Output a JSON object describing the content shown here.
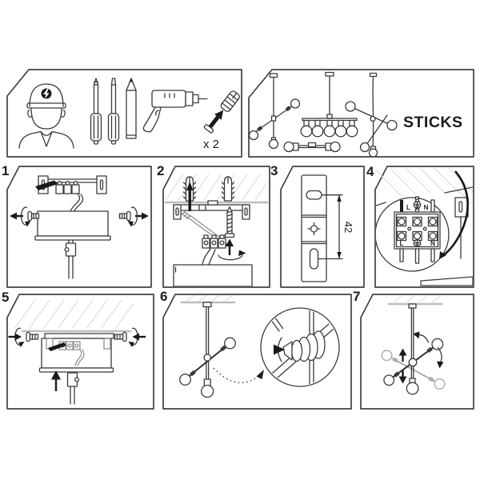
{
  "colors": {
    "background": "#ffffff",
    "line": "#3a3a3a",
    "black_fill": "#1a1a1a",
    "ceiling_gray": "#bdbdbd",
    "hatch_gray": "#dadada",
    "alt_position_gray": "#acacac"
  },
  "tools_panel": {
    "quantity_label": "x 2",
    "icons": [
      "electrician-icon",
      "phillips-screwdriver-icon",
      "flathead-screwdriver-icon",
      "pencil-icon",
      "drill-icon",
      "wall-plug-screw-icon"
    ]
  },
  "overview_panel": {
    "product_name": "STICKS",
    "icons": [
      "three-arm-pendant-icon",
      "five-light-bar-pendant-icon",
      "two-light-bar-icon",
      "multi-arm-pendant-icon"
    ]
  },
  "steps": [
    {
      "number": "1"
    },
    {
      "number": "2"
    },
    {
      "number": "3",
      "dimension": "42"
    },
    {
      "number": "4",
      "terminals": {
        "top_live": "L",
        "top_neutral": "N",
        "bottom_live": "L",
        "bottom_neutral": "N"
      }
    },
    {
      "number": "5"
    },
    {
      "number": "6"
    },
    {
      "number": "7"
    }
  ]
}
